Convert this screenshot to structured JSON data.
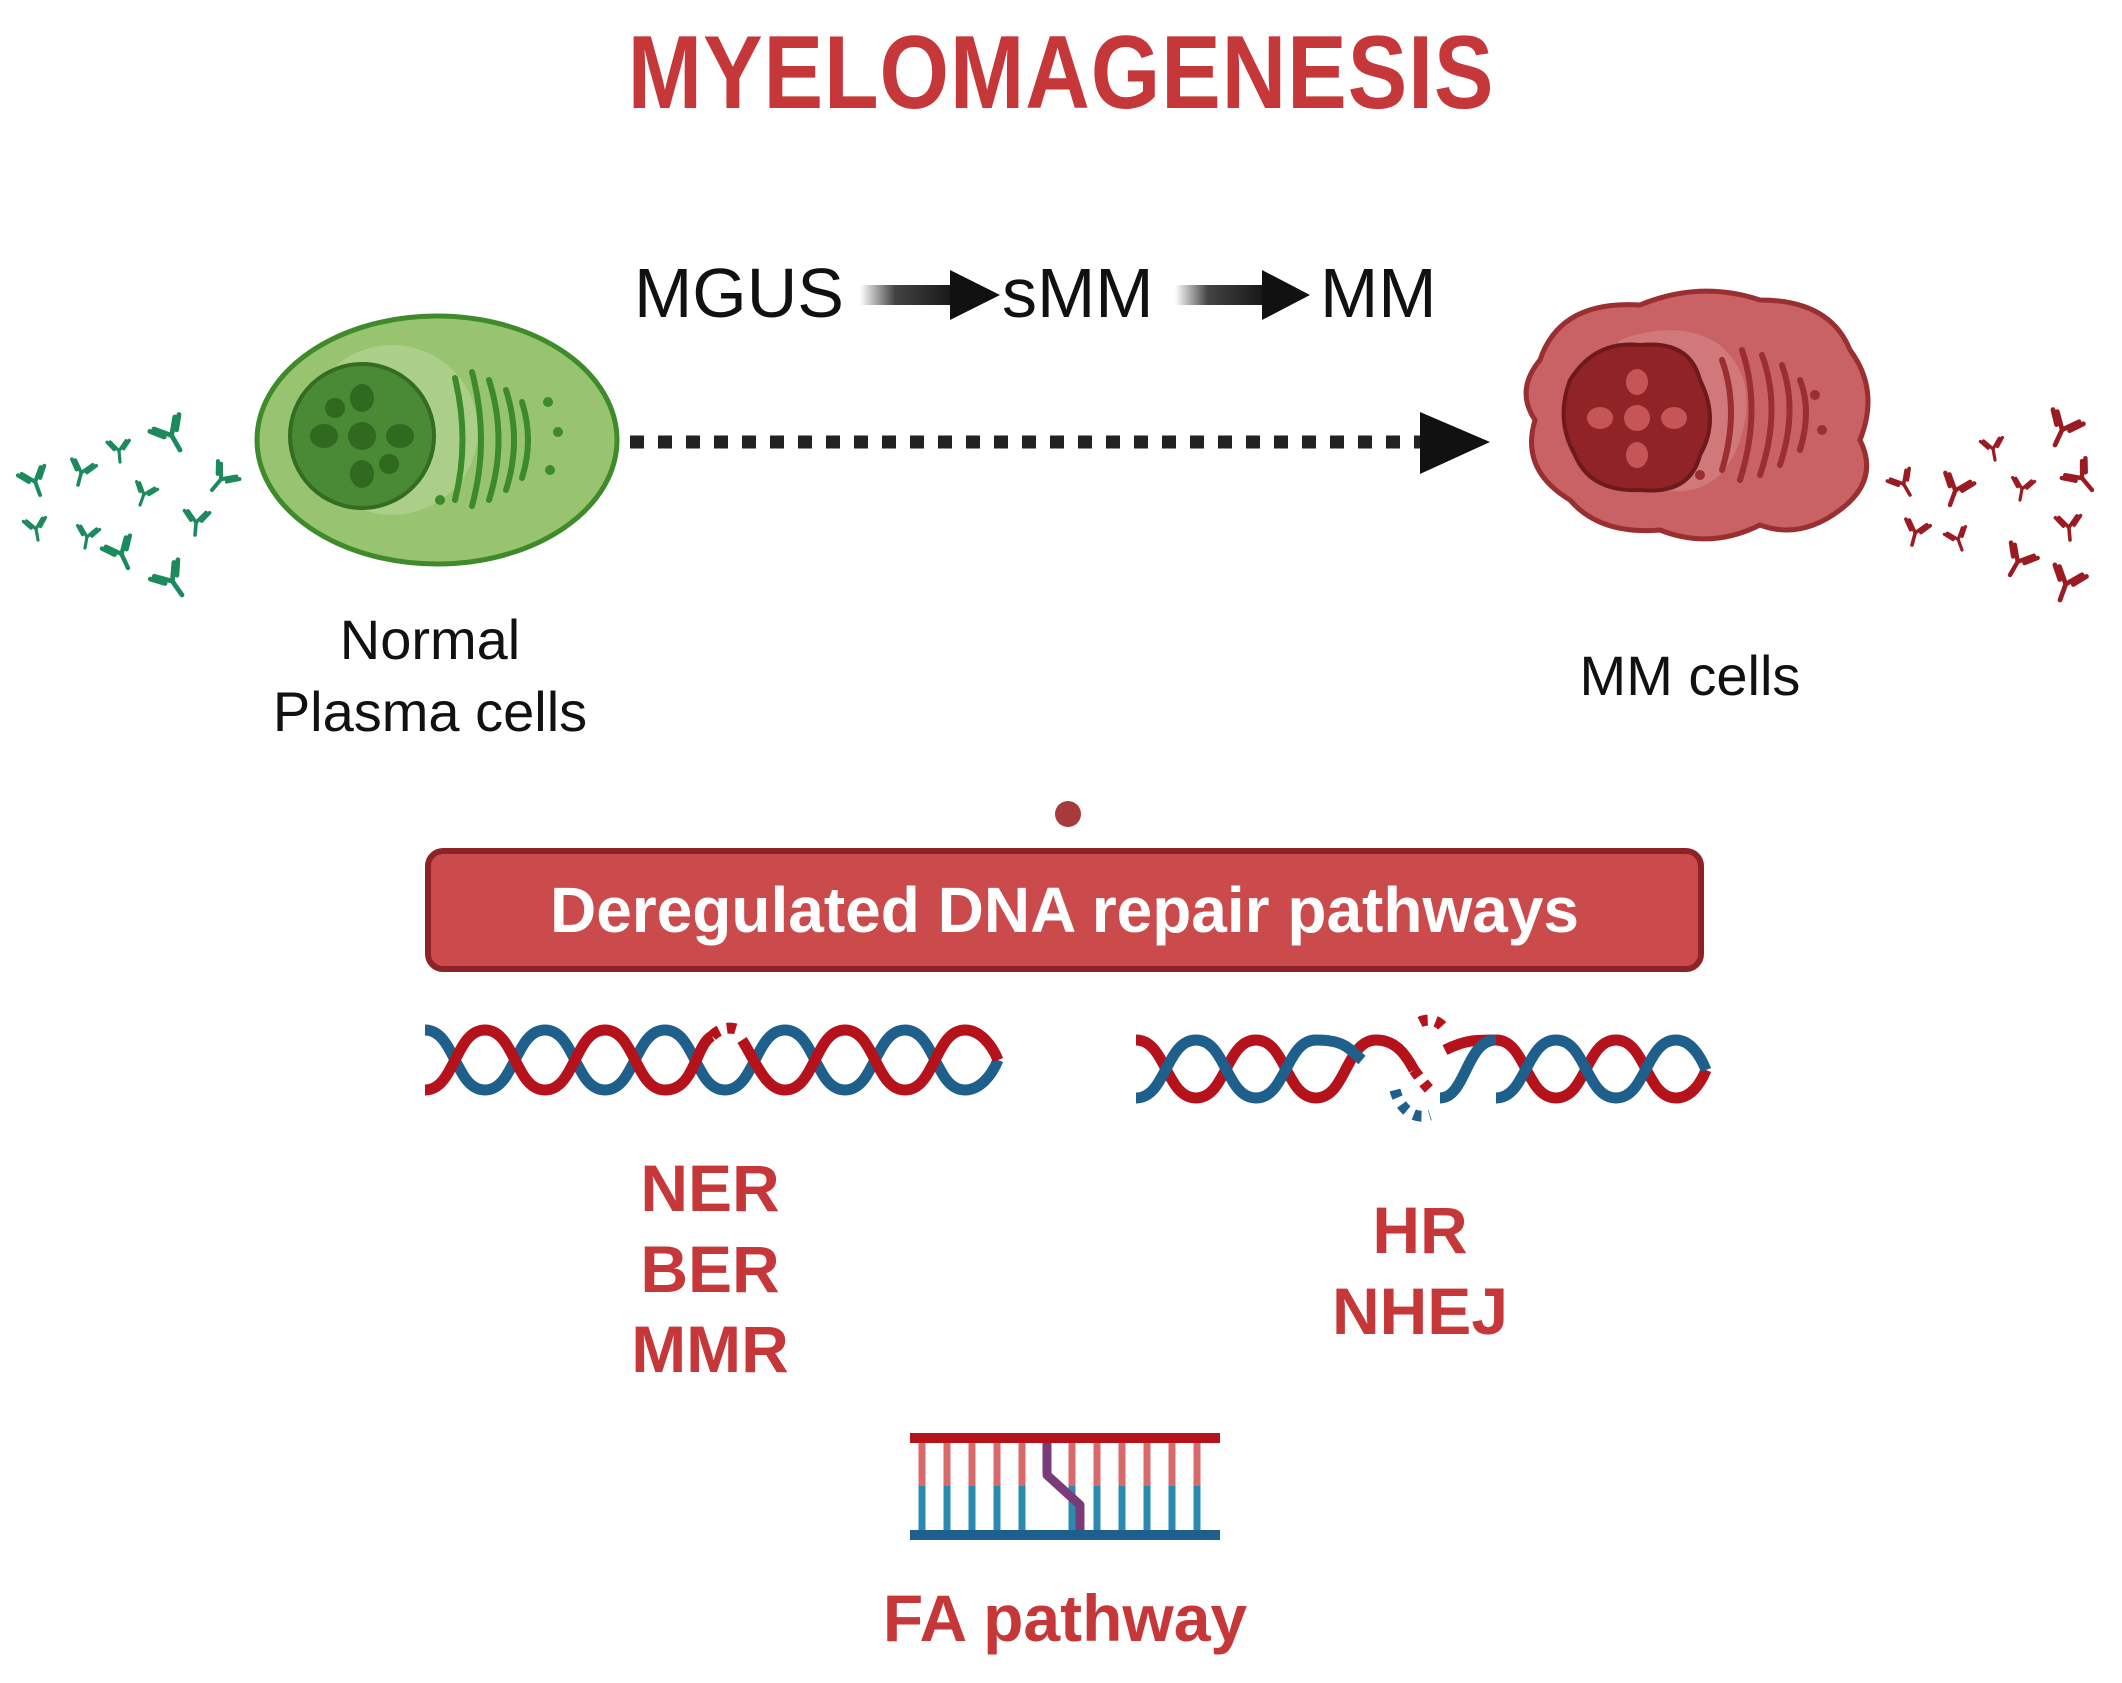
{
  "title": "MYELOMAGENESIS",
  "stages": [
    "MGUS",
    "sMM",
    "MM"
  ],
  "normal_cell_label": [
    "Normal",
    "Plasma cells"
  ],
  "mm_cell_label": "MM cells",
  "banner_text": "Deregulated DNA repair pathways",
  "left_dna_pathways": [
    "NER",
    "BER",
    "MMR"
  ],
  "right_dna_pathways": [
    "HR",
    "NHEJ"
  ],
  "fa_pathway": "FA pathway",
  "colors": {
    "title_red": "#c6373a",
    "banner_red": "#cb4a4c",
    "banner_border": "#8e2327",
    "normal_cell_green": "#8fbc6a",
    "mm_cell_red": "#c15c5e",
    "dna_red": "#b5121b",
    "dna_blue": "#1f5f8b"
  }
}
